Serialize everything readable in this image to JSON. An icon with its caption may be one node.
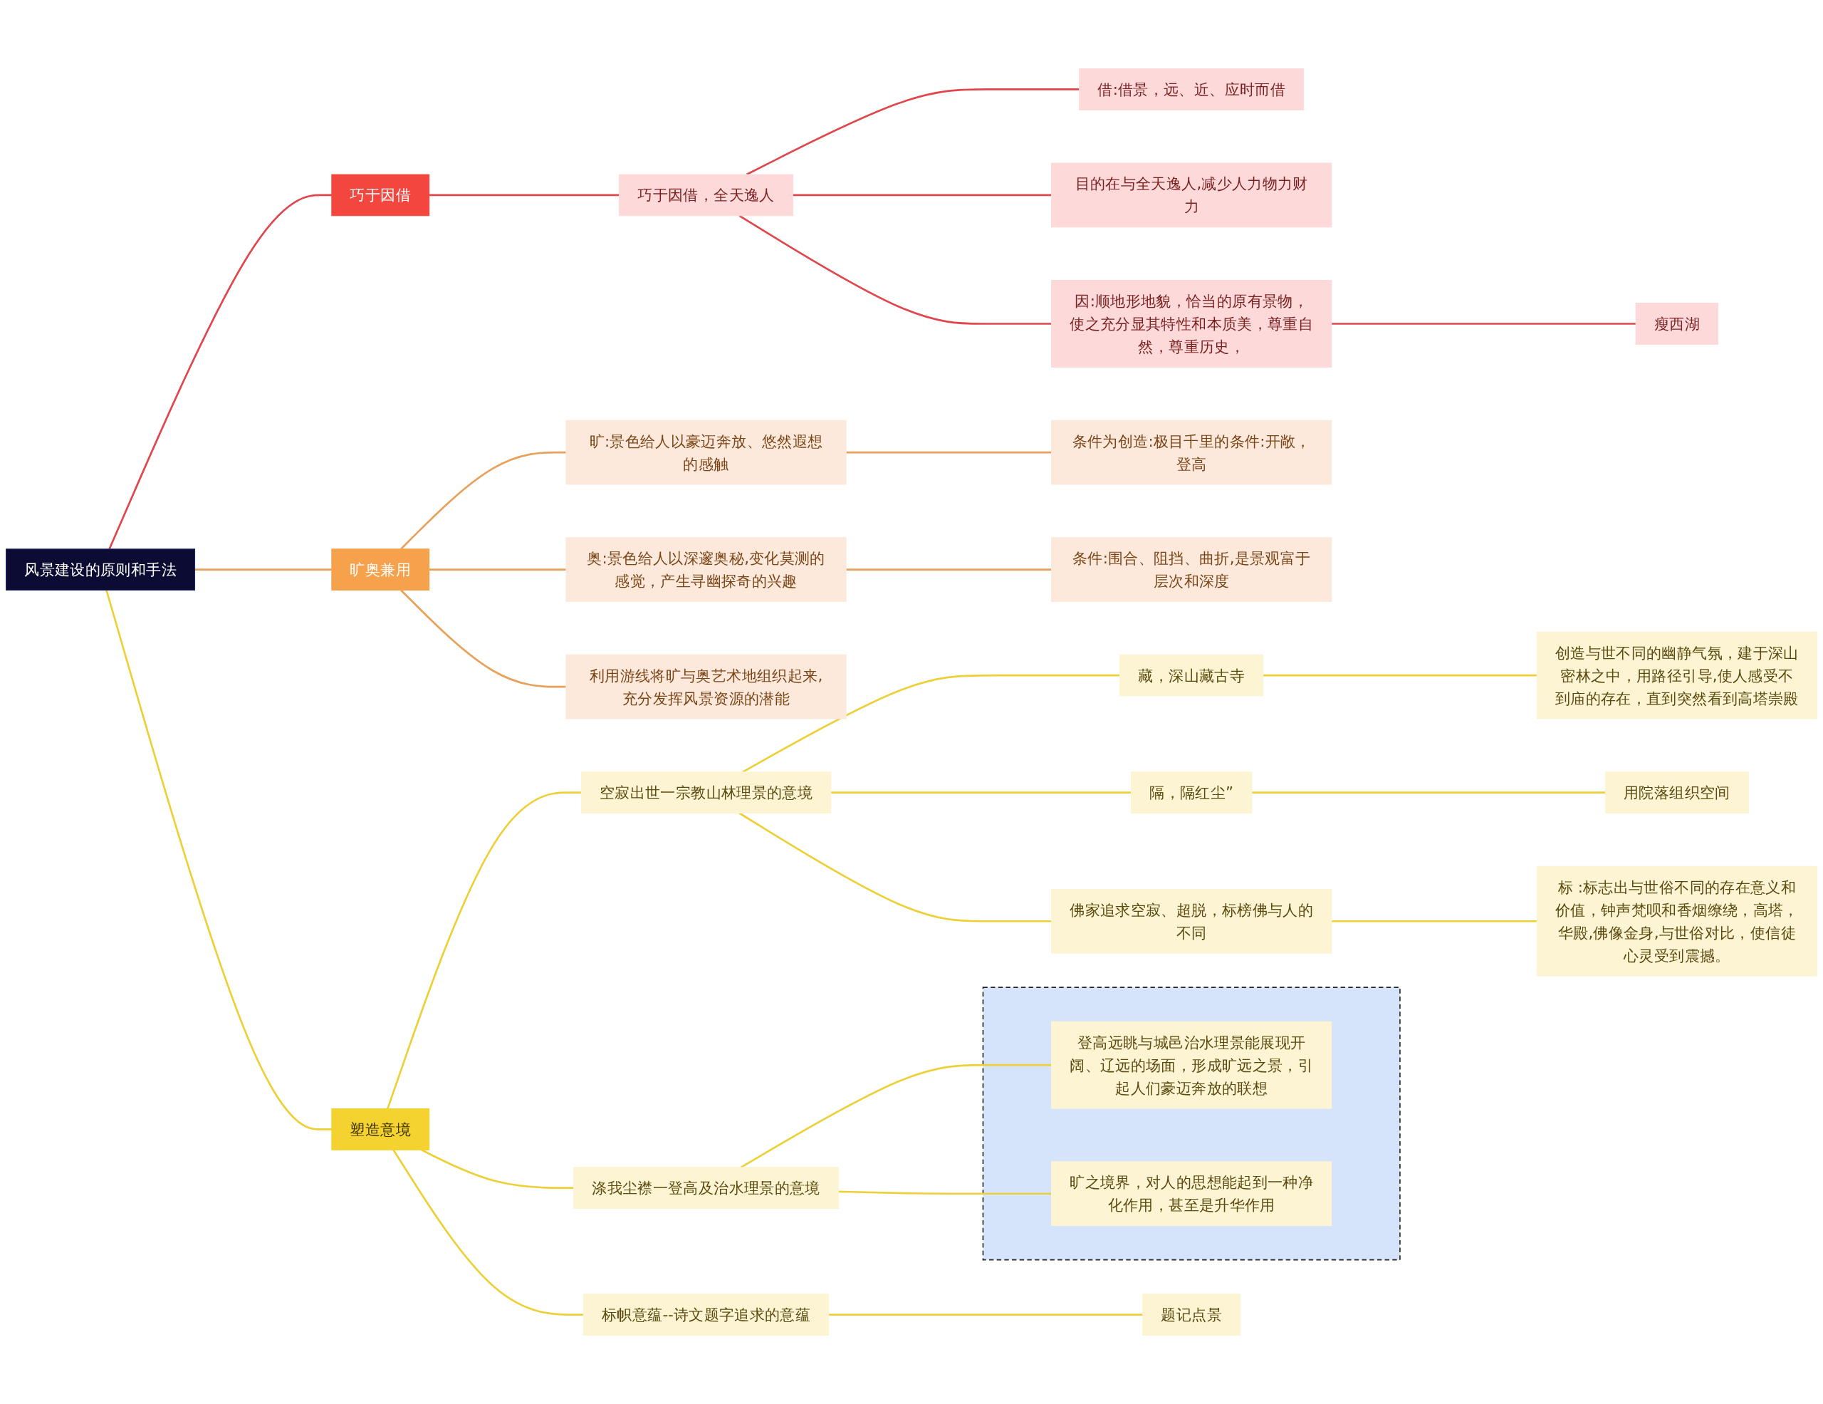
{
  "diagram": {
    "nodes": [
      {
        "text": [
          "风景建设的原则和手法"
        ]
      },
      {
        "text": [
          "巧于因借"
        ]
      },
      {
        "text": [
          "巧于因借，全天逸人"
        ]
      },
      {
        "text": [
          "借:借景，远、近、应时而借"
        ]
      },
      {
        "text": [
          "目的在与全天逸人,减少人力物力财力"
        ]
      },
      {
        "text": [
          "因:顺地形地貌，恰当的原有景物，使之充分显其特性和本质美，尊重自然，尊重历史，"
        ]
      },
      {
        "text": [
          "瘦西湖"
        ]
      },
      {
        "text": [
          "旷奥兼用"
        ]
      },
      {
        "text": [
          "旷:景色给人以豪迈奔放、悠然遐想的感触"
        ]
      },
      {
        "text": [
          "条件为创造:极目千里的条件:开敞，登高"
        ]
      },
      {
        "text": [
          "奥:景色给人以深邃奥秘,变化莫测的感觉，产生寻幽探奇的兴趣"
        ]
      },
      {
        "text": [
          "条件:围合、阻挡、曲折,是景观富于层次和深度"
        ]
      },
      {
        "text": [
          "利用游线将旷与奥艺术地组织起来,充分发挥风景资源的潜能"
        ]
      },
      {
        "text": [
          "塑造意境"
        ]
      },
      {
        "text": [
          "空寂出世一宗教山林理景的意境"
        ]
      },
      {
        "text": [
          "藏，深山藏古寺"
        ]
      },
      {
        "text": [
          "创造与世不同的幽静气氛，建于深山密林之中，用路径引导,使人感受不到庙的存在，直到突然看到高塔崇殿"
        ]
      },
      {
        "text": [
          "隔，隔红尘”"
        ]
      },
      {
        "text": [
          "用院落组织空间"
        ]
      },
      {
        "text": [
          "佛家追求空寂、超脱，标榜佛与人的不同"
        ]
      },
      {
        "text": [
          "标 :标志出与世俗不同的存在意义和价值，钟声梵呗和香烟缭绕，高塔，华殿,佛像金身,与世俗对比，使信徒心灵受到震撼。"
        ]
      },
      {
        "text": [
          "涤我尘襟一登高及治水理景的意境"
        ]
      },
      {
        "text": [],
        "shape": "box"
      },
      {
        "text": [
          "登高远眺与城邑治水理景能展现开阔、辽远的场面，形成旷远之景，引起人们豪迈奔放的联想"
        ],
        "in": 22
      },
      {
        "text": [
          "旷之境界，对人的思想能起到一种净化作用，甚至是升华作用"
        ],
        "in": 22
      },
      {
        "text": [
          "标帜意蕴--诗文题字追求的意蕴"
        ]
      },
      {
        "text": [
          "题记点景"
        ]
      }
    ],
    "edges": [
      {
        "from": 0,
        "to": 1,
        "arrow": "none",
        "color": "#e0464b"
      },
      {
        "from": 1,
        "to": 2,
        "arrow": "none",
        "color": "#e0464b"
      },
      {
        "from": 2,
        "to": 3,
        "arrow": "none",
        "color": "#e0464b"
      },
      {
        "from": 2,
        "to": 4,
        "arrow": "none",
        "color": "#e0464b"
      },
      {
        "from": 2,
        "to": 5,
        "arrow": "none",
        "color": "#e0464b"
      },
      {
        "from": 5,
        "to": 6,
        "arrow": "none",
        "color": "#e0464b"
      },
      {
        "from": 0,
        "to": 7,
        "arrow": "none",
        "color": "#e8a05a"
      },
      {
        "from": 7,
        "to": 8,
        "arrow": "none",
        "color": "#e8a05a"
      },
      {
        "from": 8,
        "to": 9,
        "arrow": "none",
        "color": "#e8a05a"
      },
      {
        "from": 7,
        "to": 10,
        "arrow": "none",
        "color": "#e8a05a"
      },
      {
        "from": 10,
        "to": 11,
        "arrow": "none",
        "color": "#e8a05a"
      },
      {
        "from": 7,
        "to": 12,
        "arrow": "none",
        "color": "#e8a05a"
      },
      {
        "from": 0,
        "to": 13,
        "arrow": "none"
      },
      {
        "from": 13,
        "to": 14,
        "arrow": "none"
      },
      {
        "from": 14,
        "to": 15,
        "arrow": "none"
      },
      {
        "from": 15,
        "to": 16,
        "arrow": "none"
      },
      {
        "from": 14,
        "to": 17,
        "arrow": "none"
      },
      {
        "from": 17,
        "to": 18,
        "arrow": "none"
      },
      {
        "from": 14,
        "to": 19,
        "arrow": "none"
      },
      {
        "from": 19,
        "to": 20,
        "arrow": "none"
      },
      {
        "from": 13,
        "to": 21,
        "arrow": "none"
      },
      {
        "from": 21,
        "to": 23,
        "arrow": "none"
      },
      {
        "from": 21,
        "to": 24,
        "arrow": "none"
      },
      {
        "from": 13,
        "to": 25,
        "arrow": "none"
      },
      {
        "from": 25,
        "to": 26,
        "arrow": "none"
      }
    ]
  }
}
